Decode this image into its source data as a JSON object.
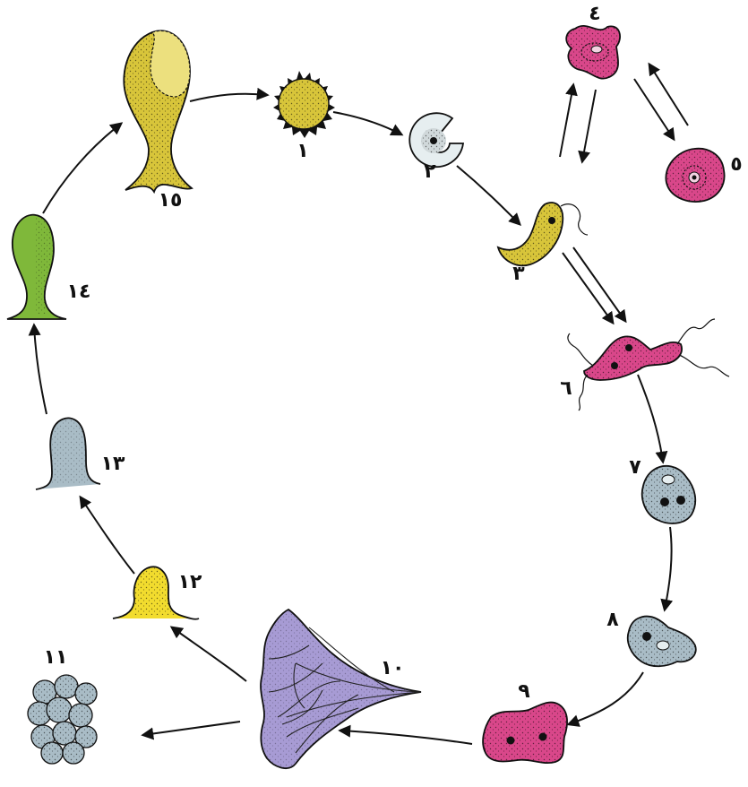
{
  "labels": {
    "s1": "١",
    "s2": "٢",
    "s3": "٣",
    "s4": "٤",
    "s5": "٥",
    "s6": "٦",
    "s7": "٧",
    "s8": "٨",
    "s9": "٩",
    "s10": "١٠",
    "s11": "١١",
    "s12": "١٢",
    "s13": "١٣",
    "s14": "١٤",
    "s15": "١٥"
  },
  "colors": {
    "yellow": "#d8c53a",
    "bright_yellow": "#f2dc2e",
    "magenta": "#d9478a",
    "pale_gray": "#e6eef0",
    "blue_gray": "#a9bcc6",
    "violet": "#a79bd4",
    "green": "#7fb83a",
    "outline": "#111111"
  }
}
